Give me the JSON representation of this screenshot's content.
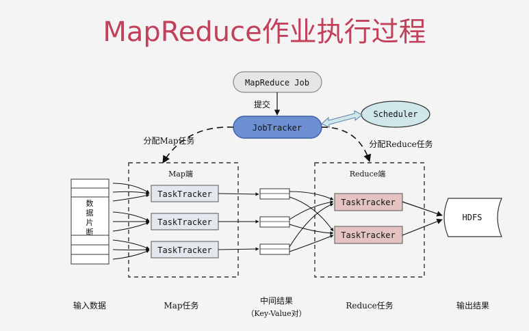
{
  "title": "MapReduce作业执行过程",
  "nodes": {
    "job": "MapReduce Job",
    "submit": "提交",
    "jobtracker": "JobTracker",
    "scheduler": "Scheduler",
    "assign_map": "分配Map任务",
    "assign_reduce": "分配Reduce任务",
    "map_side": "Map端",
    "reduce_side": "Reduce端",
    "map_tasktrackers": [
      "TaskTracker",
      "TaskTracker",
      "TaskTracker"
    ],
    "reduce_tasktrackers": [
      "TaskTracker",
      "TaskTracker"
    ],
    "data_split_chars": [
      "数",
      "据",
      "片",
      "断"
    ],
    "hdfs": "HDFS"
  },
  "captions": {
    "input": "输入数据",
    "map_tasks": "Map任务",
    "intermediate_line1": "中间结果",
    "intermediate_line2": "（Key-Value对）",
    "reduce_tasks": "Reduce任务",
    "output": "输出结果"
  },
  "colors": {
    "title": "#c2415a",
    "job_fill": "#e6e6e6",
    "jobtracker_fill": "#6c8fd1",
    "scheduler_fill": "#cfe6ea",
    "map_tasktracker_fill": "#e3e8ef",
    "reduce_tasktracker_fill": "#e4c3c3"
  }
}
